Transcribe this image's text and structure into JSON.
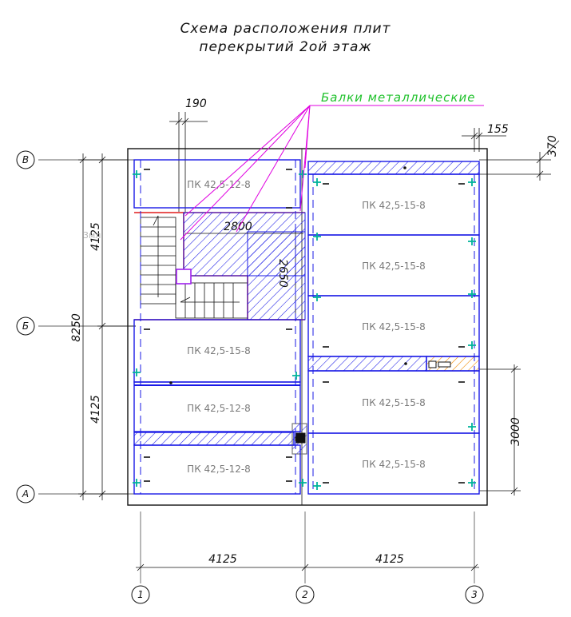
{
  "title": {
    "line1": "Схема расположения плит",
    "line2": "перекрытий 2ой этаж"
  },
  "beam_label": "Балки металлические",
  "axes": {
    "rows": [
      "В",
      "Б",
      "А"
    ],
    "cols": [
      "1",
      "2",
      "3"
    ]
  },
  "dims": {
    "d190": "190",
    "d155": "155",
    "d370": "370",
    "d4125_top": "4125",
    "d4125_bottom": "4125",
    "d8250": "8250",
    "d2800": "2800",
    "d2650": "2650",
    "d3000": "3000",
    "d4125_x1": "4125",
    "d4125_x2": "4125",
    "ghost": "3мл"
  },
  "slabs": {
    "left_top": "ПК 42,5-12-8",
    "left_mid": "ПК 42,5-15-8",
    "left_low1": "ПК 42,5-12-8",
    "left_low2": "ПК 42,5-12-8",
    "right1": "ПК 42,5-15-8",
    "right2": "ПК 42,5-15-8",
    "right3": "ПК 42,5-15-8",
    "right4": "ПК 42,5-15-8",
    "right5": "ПК 42,5-15-8"
  },
  "colors": {
    "outline": "#111111",
    "slab_line": "#1a1ae6",
    "hatch": "#1a1ae6",
    "stair": "#e01b1b",
    "leader": "#e000e0",
    "beam_text": "#22c22e",
    "anchor": "#00b39b",
    "insert": "#f08a00"
  }
}
